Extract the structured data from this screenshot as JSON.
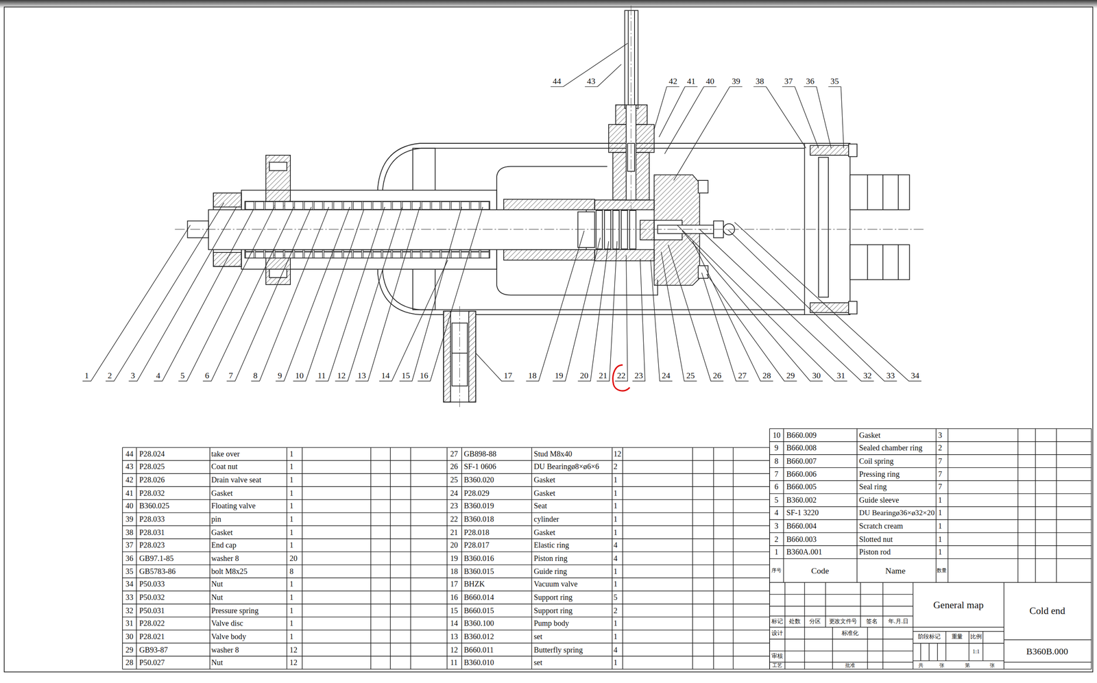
{
  "diagram": {
    "labels": [
      "44",
      "43",
      "42",
      "41",
      "40",
      "39",
      "38",
      "37",
      "36",
      "35",
      "1",
      "2",
      "3",
      "4",
      "5",
      "6",
      "7",
      "8",
      "9",
      "10",
      "11",
      "12",
      "13",
      "14",
      "15",
      "16",
      "17",
      "18",
      "19",
      "20",
      "21",
      "22",
      "23",
      "24",
      "25",
      "26",
      "27",
      "28",
      "29",
      "30",
      "31",
      "32",
      "33",
      "34",
      "44",
      "P28.024",
      "take over",
      "1",
      "43",
      "P28.025",
      "Coat nut",
      "1",
      "42",
      "P28.026",
      "Drain valve seat",
      "1",
      "41",
      "P28.032",
      "Gasket",
      "1",
      "40",
      "B360.025",
      "Floating valve",
      "1",
      "39",
      "P28.033",
      "pin",
      "1",
      "38",
      "P28.031",
      "Gasket",
      "1",
      "37",
      "P28.023",
      "End cap",
      "1",
      "36",
      "GB97.1-85",
      "washer 8",
      "20",
      "35",
      "GB5783-86",
      "bolt M8x25",
      "8",
      "34",
      "P50.033",
      "Nut",
      "1",
      "33",
      "P50.032",
      "Nut",
      "1",
      "32",
      "P50.031",
      "Pressure spring",
      "1",
      "31",
      "P28.022",
      "Valve disc",
      "1",
      "30",
      "P28.021",
      "Valve body",
      "1",
      "29",
      "GB93-87",
      "washer 8",
      "12",
      "28",
      "P50.027",
      "Nut",
      "12",
      "27",
      "GB898-88",
      "Stud M8x40",
      "12",
      "26",
      "SF-1 0606",
      "DU Bearingø8×ø6×6",
      "2",
      "25",
      "B360.020",
      "Gasket",
      "1",
      "24",
      "P28.029",
      "Gasket",
      "1",
      "23",
      "B360.019",
      "Seat",
      "1",
      "22",
      "B360.018",
      "cylinder",
      "1",
      "21",
      "P28.018",
      "Gasket",
      "1",
      "20",
      "P28.017",
      "Elastic ring",
      "4",
      "19",
      "B360.016",
      "Piston ring",
      "4",
      "18",
      "B360.015",
      "Guide ring",
      "1",
      "17",
      "BHZK",
      "Vacuum valve",
      "1",
      "16",
      "B660.014",
      "Support ring",
      "5",
      "15",
      "B660.015",
      "Support ring",
      "2",
      "14",
      "B360.100",
      "Pump body",
      "1",
      "13",
      "B360.012",
      "set",
      "1",
      "12",
      "B660.011",
      "Butterfly spring",
      "4",
      "11",
      "B360.010",
      "set",
      "1",
      "10",
      "B660.009",
      "Gasket",
      "3",
      "9",
      "B660.008",
      "Sealed chamber ring",
      "2",
      "8",
      "B660.007",
      "Coil spring",
      "7",
      "7",
      "B660.006",
      "Pressing ring",
      "7",
      "6",
      "B660.005",
      "Seal ring",
      "7",
      "5",
      "B360.002",
      "Guide sleeve",
      "1",
      "4",
      "SF-1 3220",
      "DU Bearingø36×ø32×20",
      "1",
      "3",
      "B660.004",
      "Scratch cream",
      "1",
      "2",
      "B660.003",
      "Slotted nut",
      "1",
      "1",
      "B360A.001",
      "Piston rod",
      "1",
      "序号",
      "Code",
      "Name",
      "数量",
      "标记",
      "处数",
      "分区",
      "更改文件号",
      "签名",
      "年.月.日",
      "设计",
      "标准化",
      "审核",
      "工艺",
      "批准",
      "阶段标记",
      "重量",
      "比例",
      "1:1",
      "共",
      "张",
      "第",
      "张",
      "General map",
      "Cold end",
      "B360B.000"
    ]
  }
}
